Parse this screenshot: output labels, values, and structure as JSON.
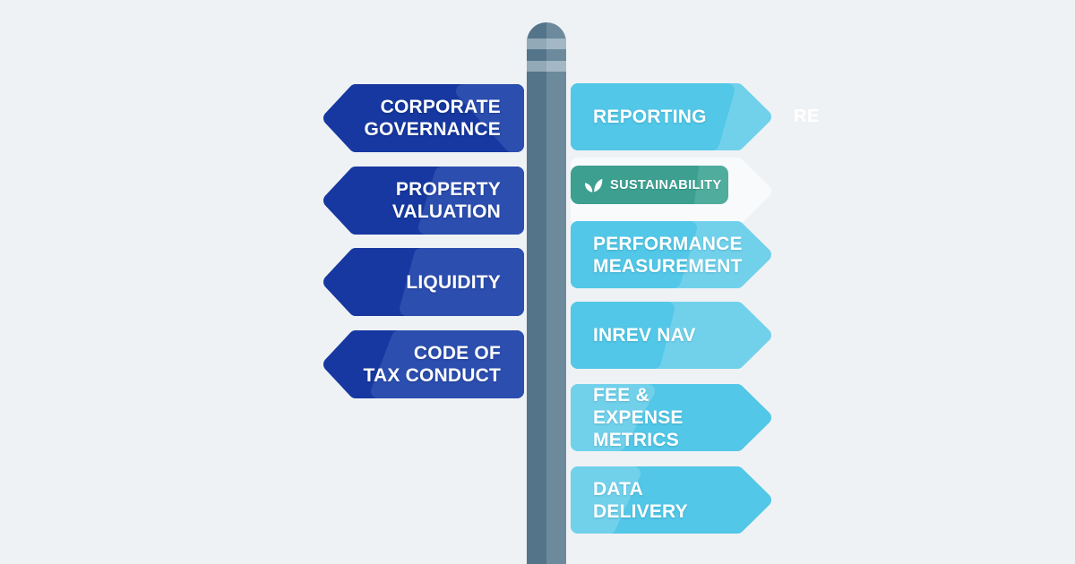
{
  "background_color": "#EFF2F5",
  "watermark": {
    "text": "RE",
    "color": "#FFFFFF"
  },
  "pole": {
    "left_color": "#54748A",
    "right_color": "#6C8A9C",
    "band_left_color": "#92A9B8",
    "band_right_color": "#A3B8C4"
  },
  "left_signs": [
    {
      "label": "CORPORATE\nGOVERNANCE",
      "color": "#1638A0",
      "highlight": "#2C4EAF"
    },
    {
      "label": "PROPERTY\nVALUATION",
      "color": "#1638A0",
      "highlight": "#2C4EAF"
    },
    {
      "label": "LIQUIDITY",
      "color": "#1638A0",
      "highlight": "#2C4EAF"
    },
    {
      "label": "CODE OF\nTAX CONDUCT",
      "color": "#1638A0",
      "highlight": "#2C4EAF"
    }
  ],
  "right_signs": [
    {
      "label": "REPORTING",
      "color": "#52C7E7",
      "highlight": "#71D1EB"
    },
    {
      "label": "PERFORMANCE\nMEASUREMENT",
      "color": "#52C7E7",
      "highlight": "#71D1EB"
    },
    {
      "label": "INREV NAV",
      "color": "#52C7E7",
      "highlight": "#71D1EB"
    },
    {
      "label": "FEE & EXPENSE\nMETRICS",
      "color": "#52C7E7",
      "highlight": "#71D1EB"
    },
    {
      "label": "DATA DELIVERY",
      "color": "#52C7E7",
      "highlight": "#71D1EB"
    }
  ],
  "sustainability_badge": {
    "label": "SUSTAINABILITY",
    "color": "#3C9F90",
    "highlight": "#50AC9D",
    "icon": "leaf-icon",
    "icon_color": "#FFFFFF"
  },
  "ghost_arrow_color": "#F8FAFC"
}
